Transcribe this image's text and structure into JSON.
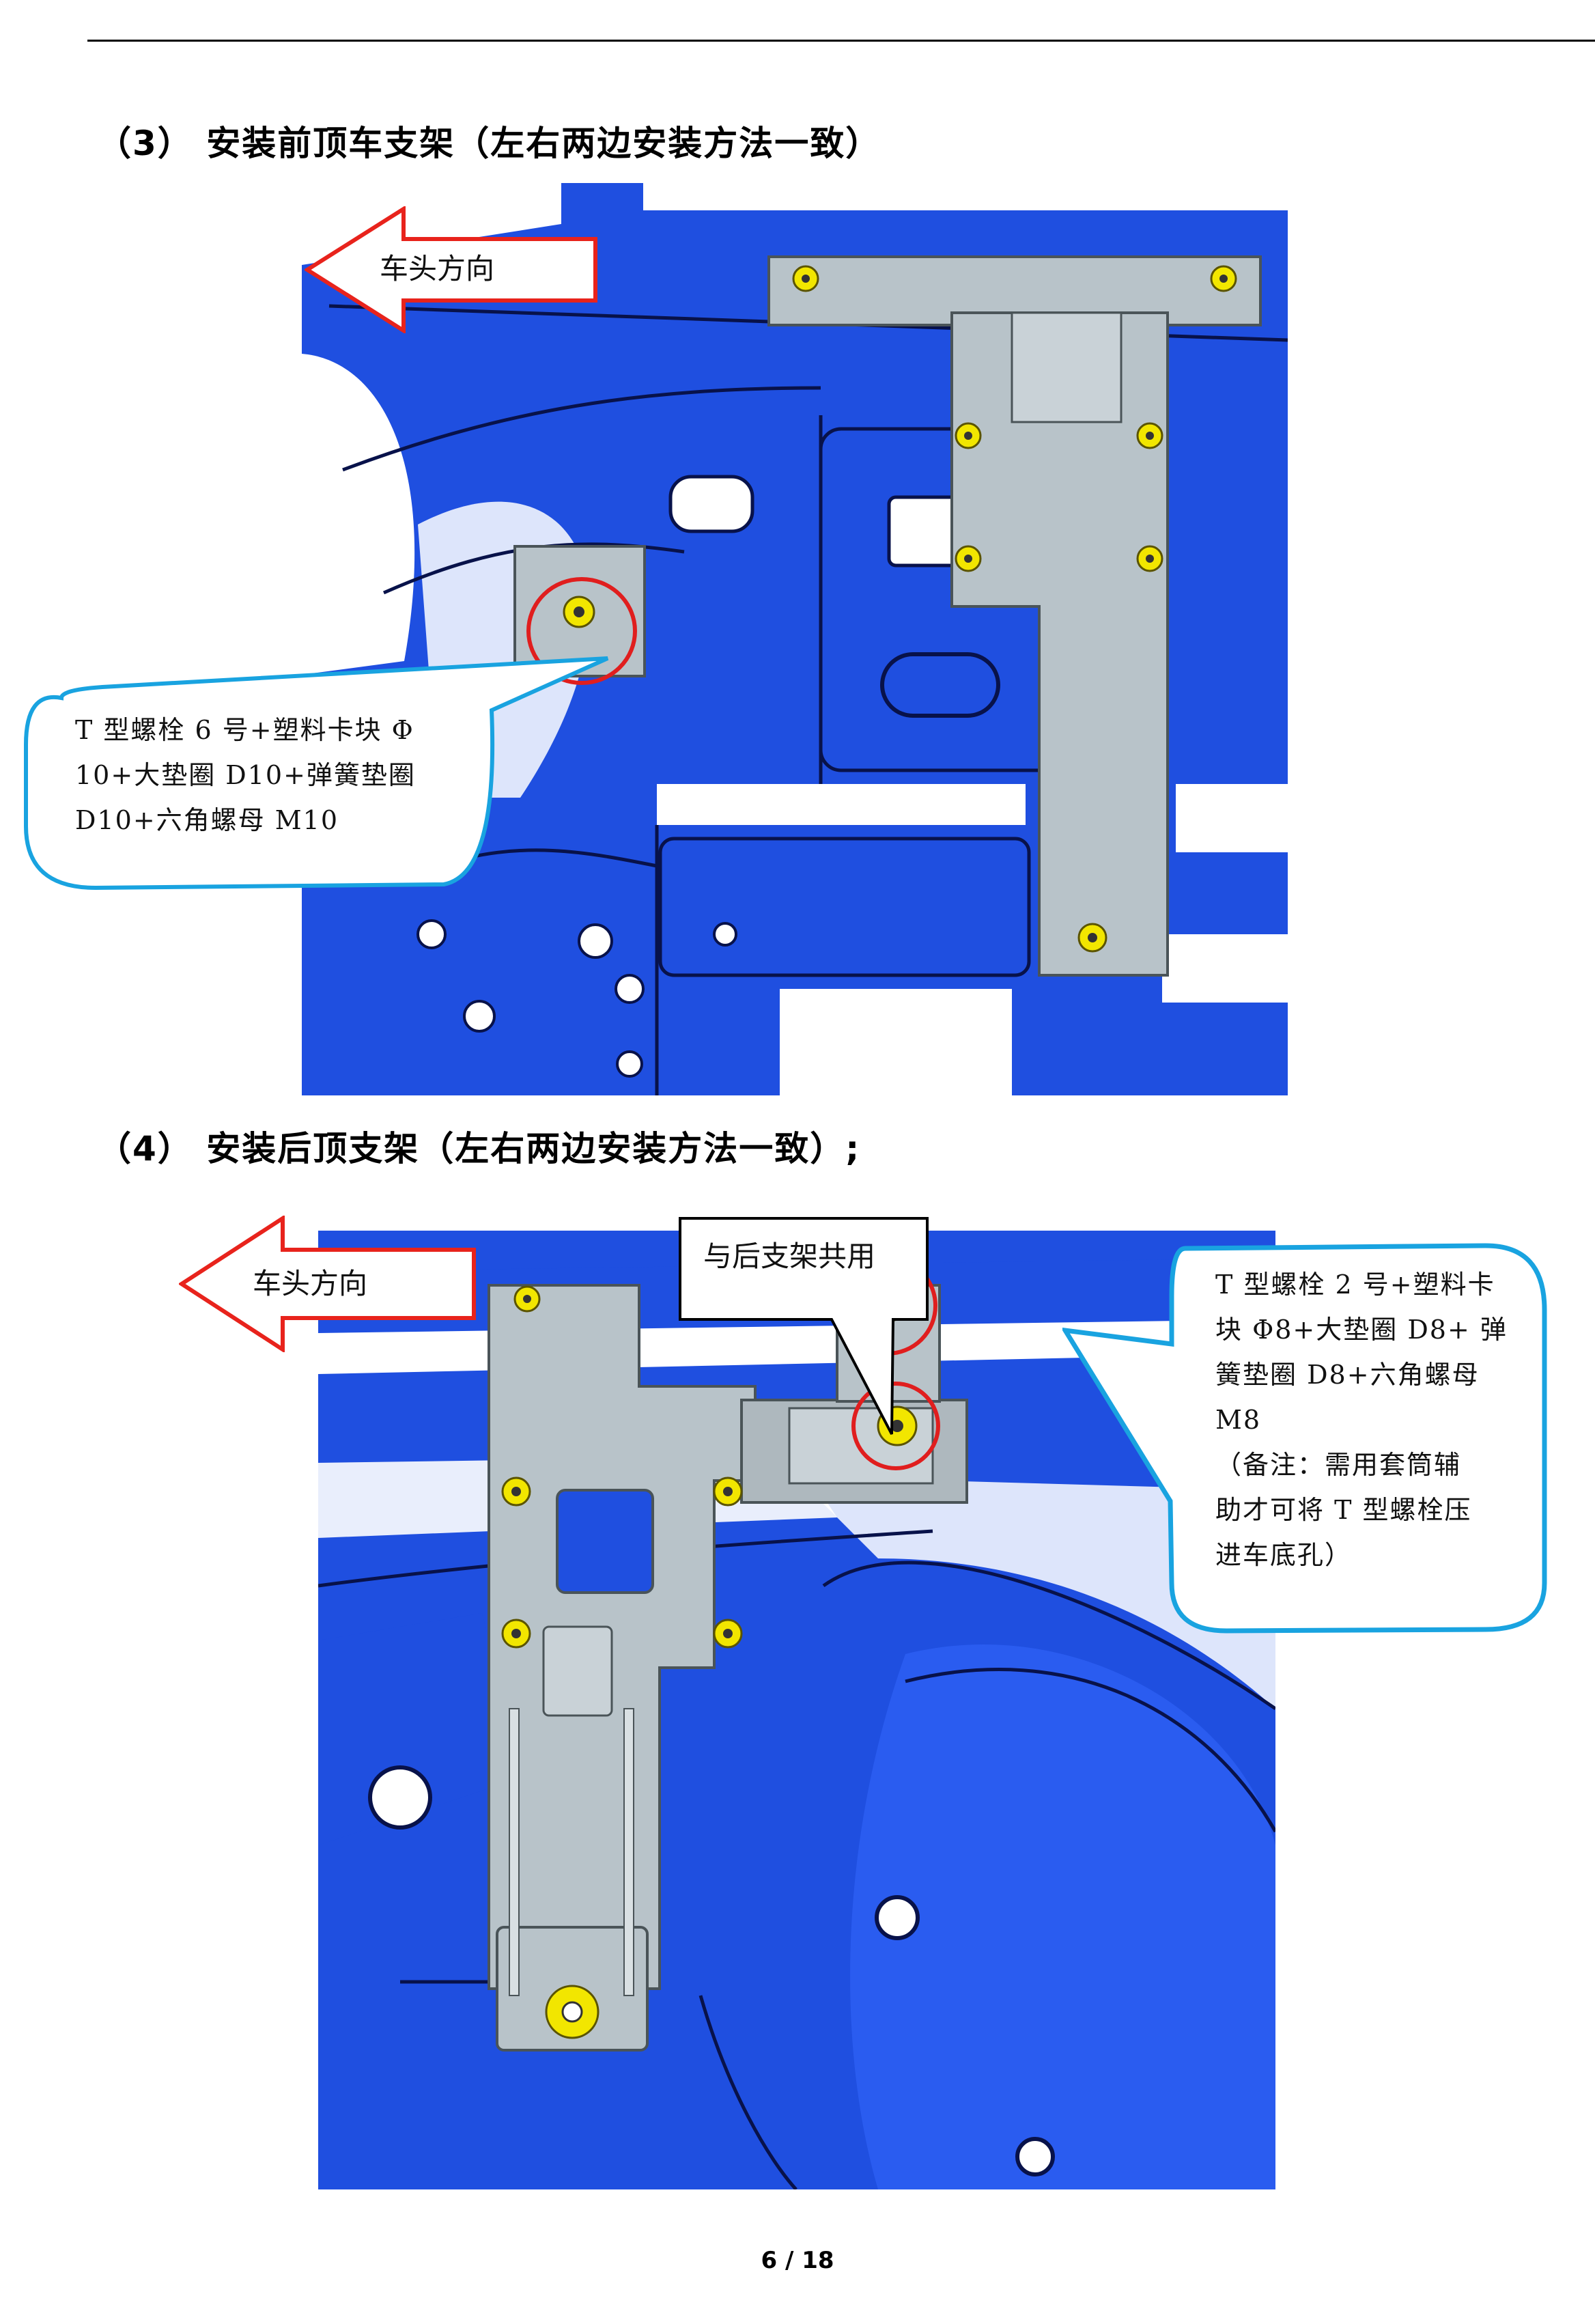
{
  "section3": {
    "heading": "（3） 安装前顶车支架（左右两边安装方法一致）",
    "direction_label": "车头方向",
    "callout_lines": [
      "T 型螺栓 6 号+塑料卡块 Φ",
      "10+大垫圈 D10+弹簧垫圈",
      "D10+六角螺母 M10"
    ]
  },
  "section4": {
    "heading": "（4） 安装后顶支架（左右两边安装方法一致）;",
    "direction_label": "车头方向",
    "shared_label": "与后支架共用",
    "callout_lines": [
      "T 型螺栓 2 号+塑料卡",
      "块 Φ8+大垫圈 D8+ 弹",
      "簧垫圈 D8+六角螺母",
      "M8",
      "（备注：需用套筒辅",
      "助才可将 T 型螺栓压",
      "进车底孔）"
    ]
  },
  "footer": {
    "page": "6 / 18"
  },
  "colors": {
    "body_blue": "#1f4fe0",
    "bracket_gray": "#b8c3c9",
    "bolt_yellow": "#f2e600",
    "highlight_red": "#e01e1e",
    "callout_blue": "#19a3e0",
    "arrow_red": "#e8231c"
  }
}
